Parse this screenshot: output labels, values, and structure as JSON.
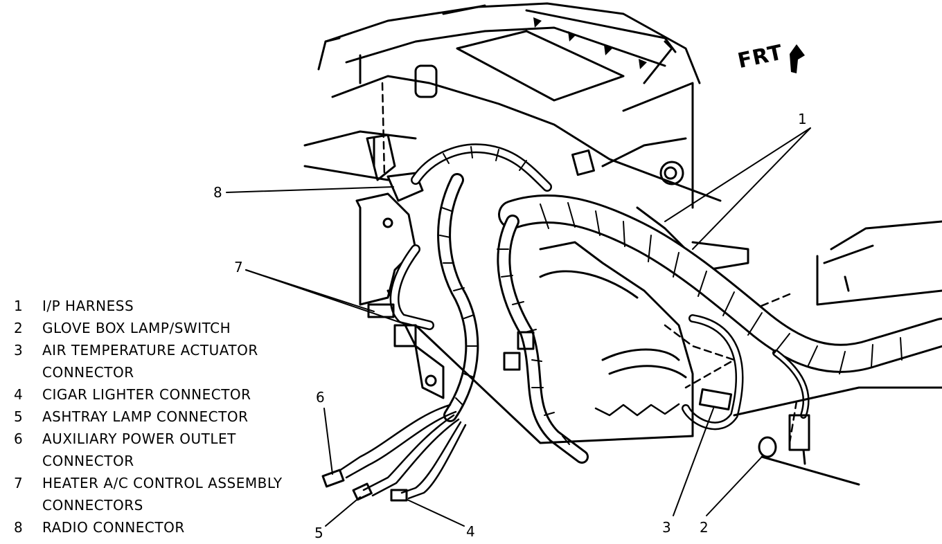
{
  "direction_label": "FRT",
  "legend": [
    {
      "num": "1",
      "lines": [
        "I/P HARNESS"
      ]
    },
    {
      "num": "2",
      "lines": [
        "GLOVE BOX LAMP/SWITCH"
      ]
    },
    {
      "num": "3",
      "lines": [
        "AIR TEMPERATURE ACTUATOR",
        "CONNECTOR"
      ]
    },
    {
      "num": "4",
      "lines": [
        "CIGAR LIGHTER CONNECTOR"
      ]
    },
    {
      "num": "5",
      "lines": [
        "ASHTRAY LAMP CONNECTOR"
      ]
    },
    {
      "num": "6",
      "lines": [
        "AUXILIARY POWER OUTLET",
        "CONNECTOR"
      ]
    },
    {
      "num": "7",
      "lines": [
        "HEATER A/C CONTROL ASSEMBLY",
        "CONNECTORS"
      ]
    },
    {
      "num": "8",
      "lines": [
        "RADIO CONNECTOR"
      ]
    }
  ],
  "callouts": [
    "1",
    "2",
    "3",
    "4",
    "5",
    "6",
    "7",
    "8"
  ]
}
